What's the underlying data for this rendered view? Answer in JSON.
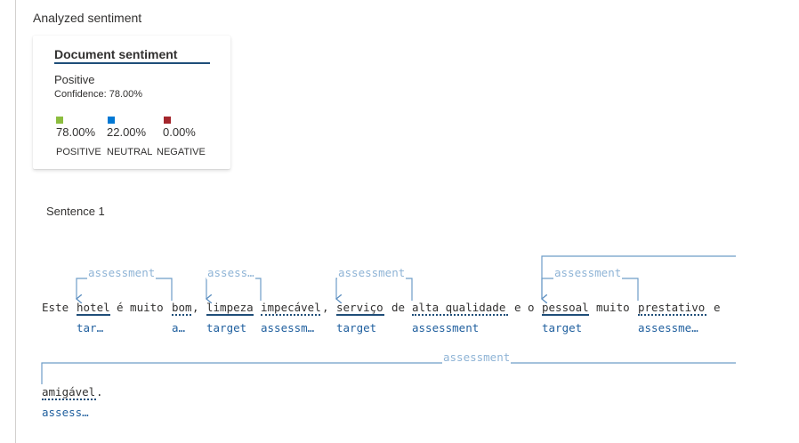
{
  "section_title": "Analyzed sentiment",
  "document_sentiment": {
    "title": "Document sentiment",
    "label": "Positive",
    "confidence": "Confidence: 78.00%",
    "scores": [
      {
        "value": "78.00%",
        "caption": "POSITIVE",
        "color": "#8cbd3f"
      },
      {
        "value": "22.00%",
        "caption": "NEUTRAL",
        "color": "#0078d4"
      },
      {
        "value": "0.00%",
        "caption": "NEGATIVE",
        "color": "#a4262c"
      }
    ]
  },
  "sentence_label": "Sentence 1",
  "line1": {
    "t0": "Este",
    "t1": "hotel",
    "t2": "é muito",
    "t3": "bom",
    "t4": ",",
    "t5": "limpeza",
    "t6": "impecável",
    "t7": ",",
    "t8": "serviço",
    "t9": "de",
    "t10": "alta qualidade",
    "t11": "e o",
    "t12": "pessoal",
    "t13": "muito",
    "t14": "prestativo",
    "t15": "e"
  },
  "line2": {
    "t0": "amigável",
    "t1": "."
  },
  "tags": {
    "hotel": "tar…",
    "bom": "a…",
    "limpeza": "target",
    "impecavel": "assessm…",
    "servico": "target",
    "alta_qualidade": "assessment",
    "pessoal": "target",
    "prestativo": "assessme…",
    "amigavel": "assess…"
  },
  "arc_labels": {
    "a1": "assessment",
    "a2": "assess…",
    "a3": "assessment",
    "a4": "assessment",
    "a5": "assessment"
  },
  "colors": {
    "relation_line": "#6e9dc8",
    "arc_label": "#8fb4d6",
    "tag_text": "#1f5f9e",
    "underline": "#1f4e79"
  }
}
